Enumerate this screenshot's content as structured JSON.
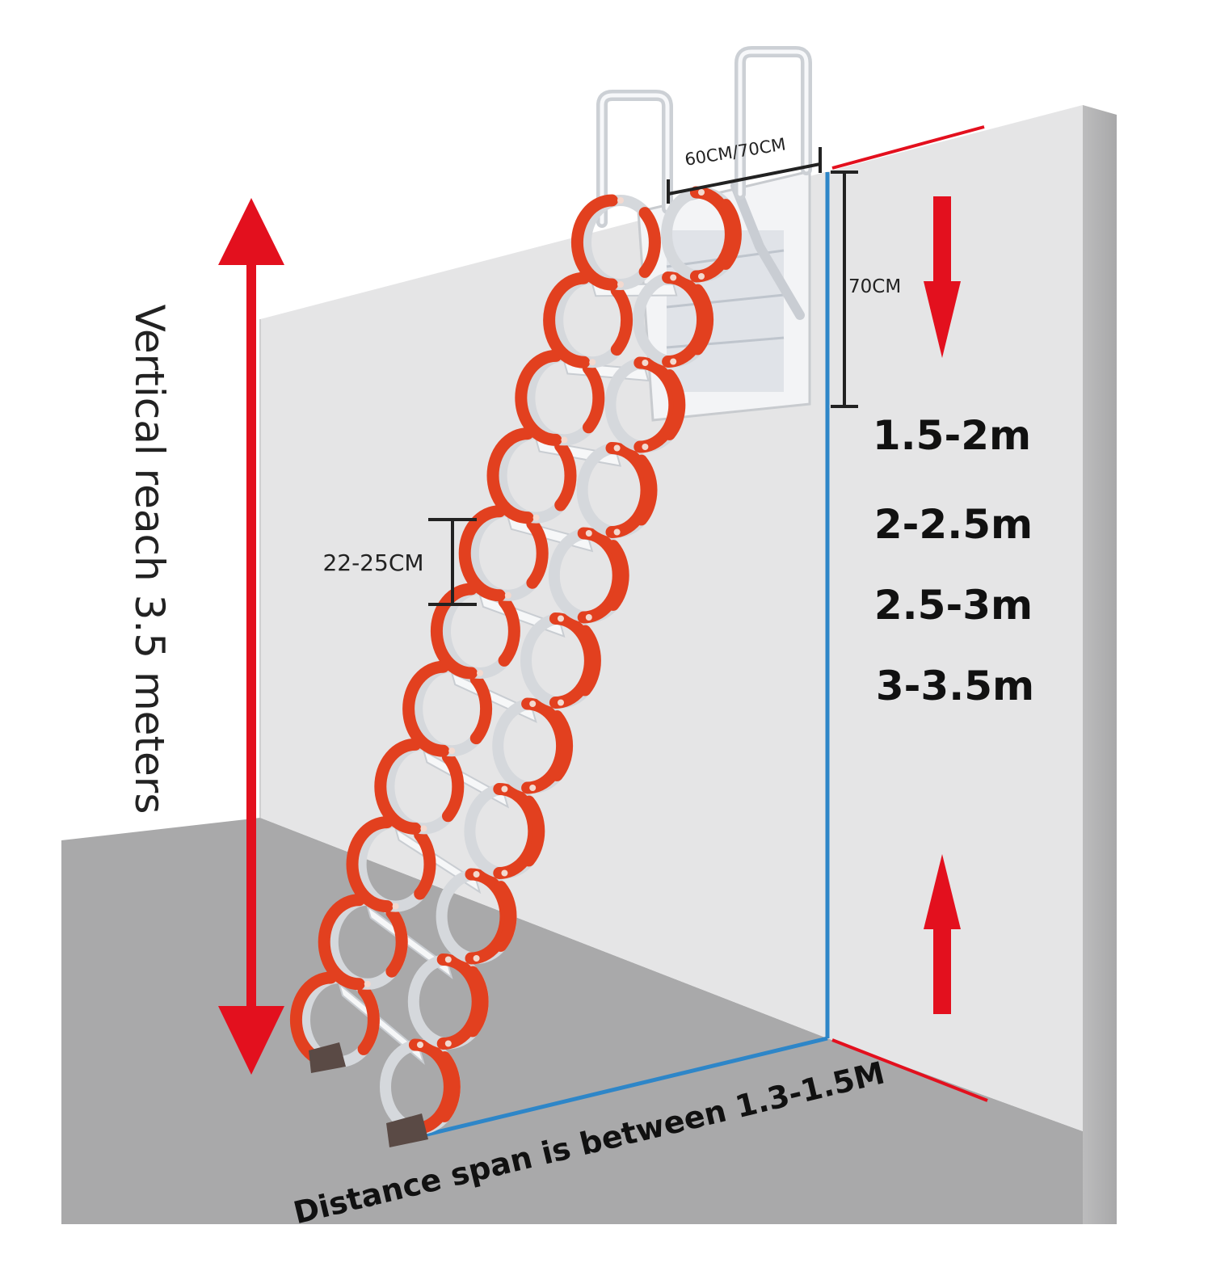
{
  "vertical_reach_label": "Vertical reach 3.5 meters",
  "width_label": "60CM/70CM",
  "box_height_label": "70CM",
  "step_spacing_label": "22-25CM",
  "height_options": [
    "1.5-2m",
    "2-2.5m",
    "2.5-3m",
    "3-3.5m"
  ],
  "distance_span_label": "Distance span is between 1.3-1.5M",
  "colors": {
    "arrow_red": "#e3101e",
    "dimension_blue": "#2e86c8",
    "wall": "#e5e5e6",
    "wall_side": "#b3b3b4",
    "floor": "#a9a9aa",
    "link_orange": "#e2401f",
    "link_silver": "#d5d8dc"
  }
}
